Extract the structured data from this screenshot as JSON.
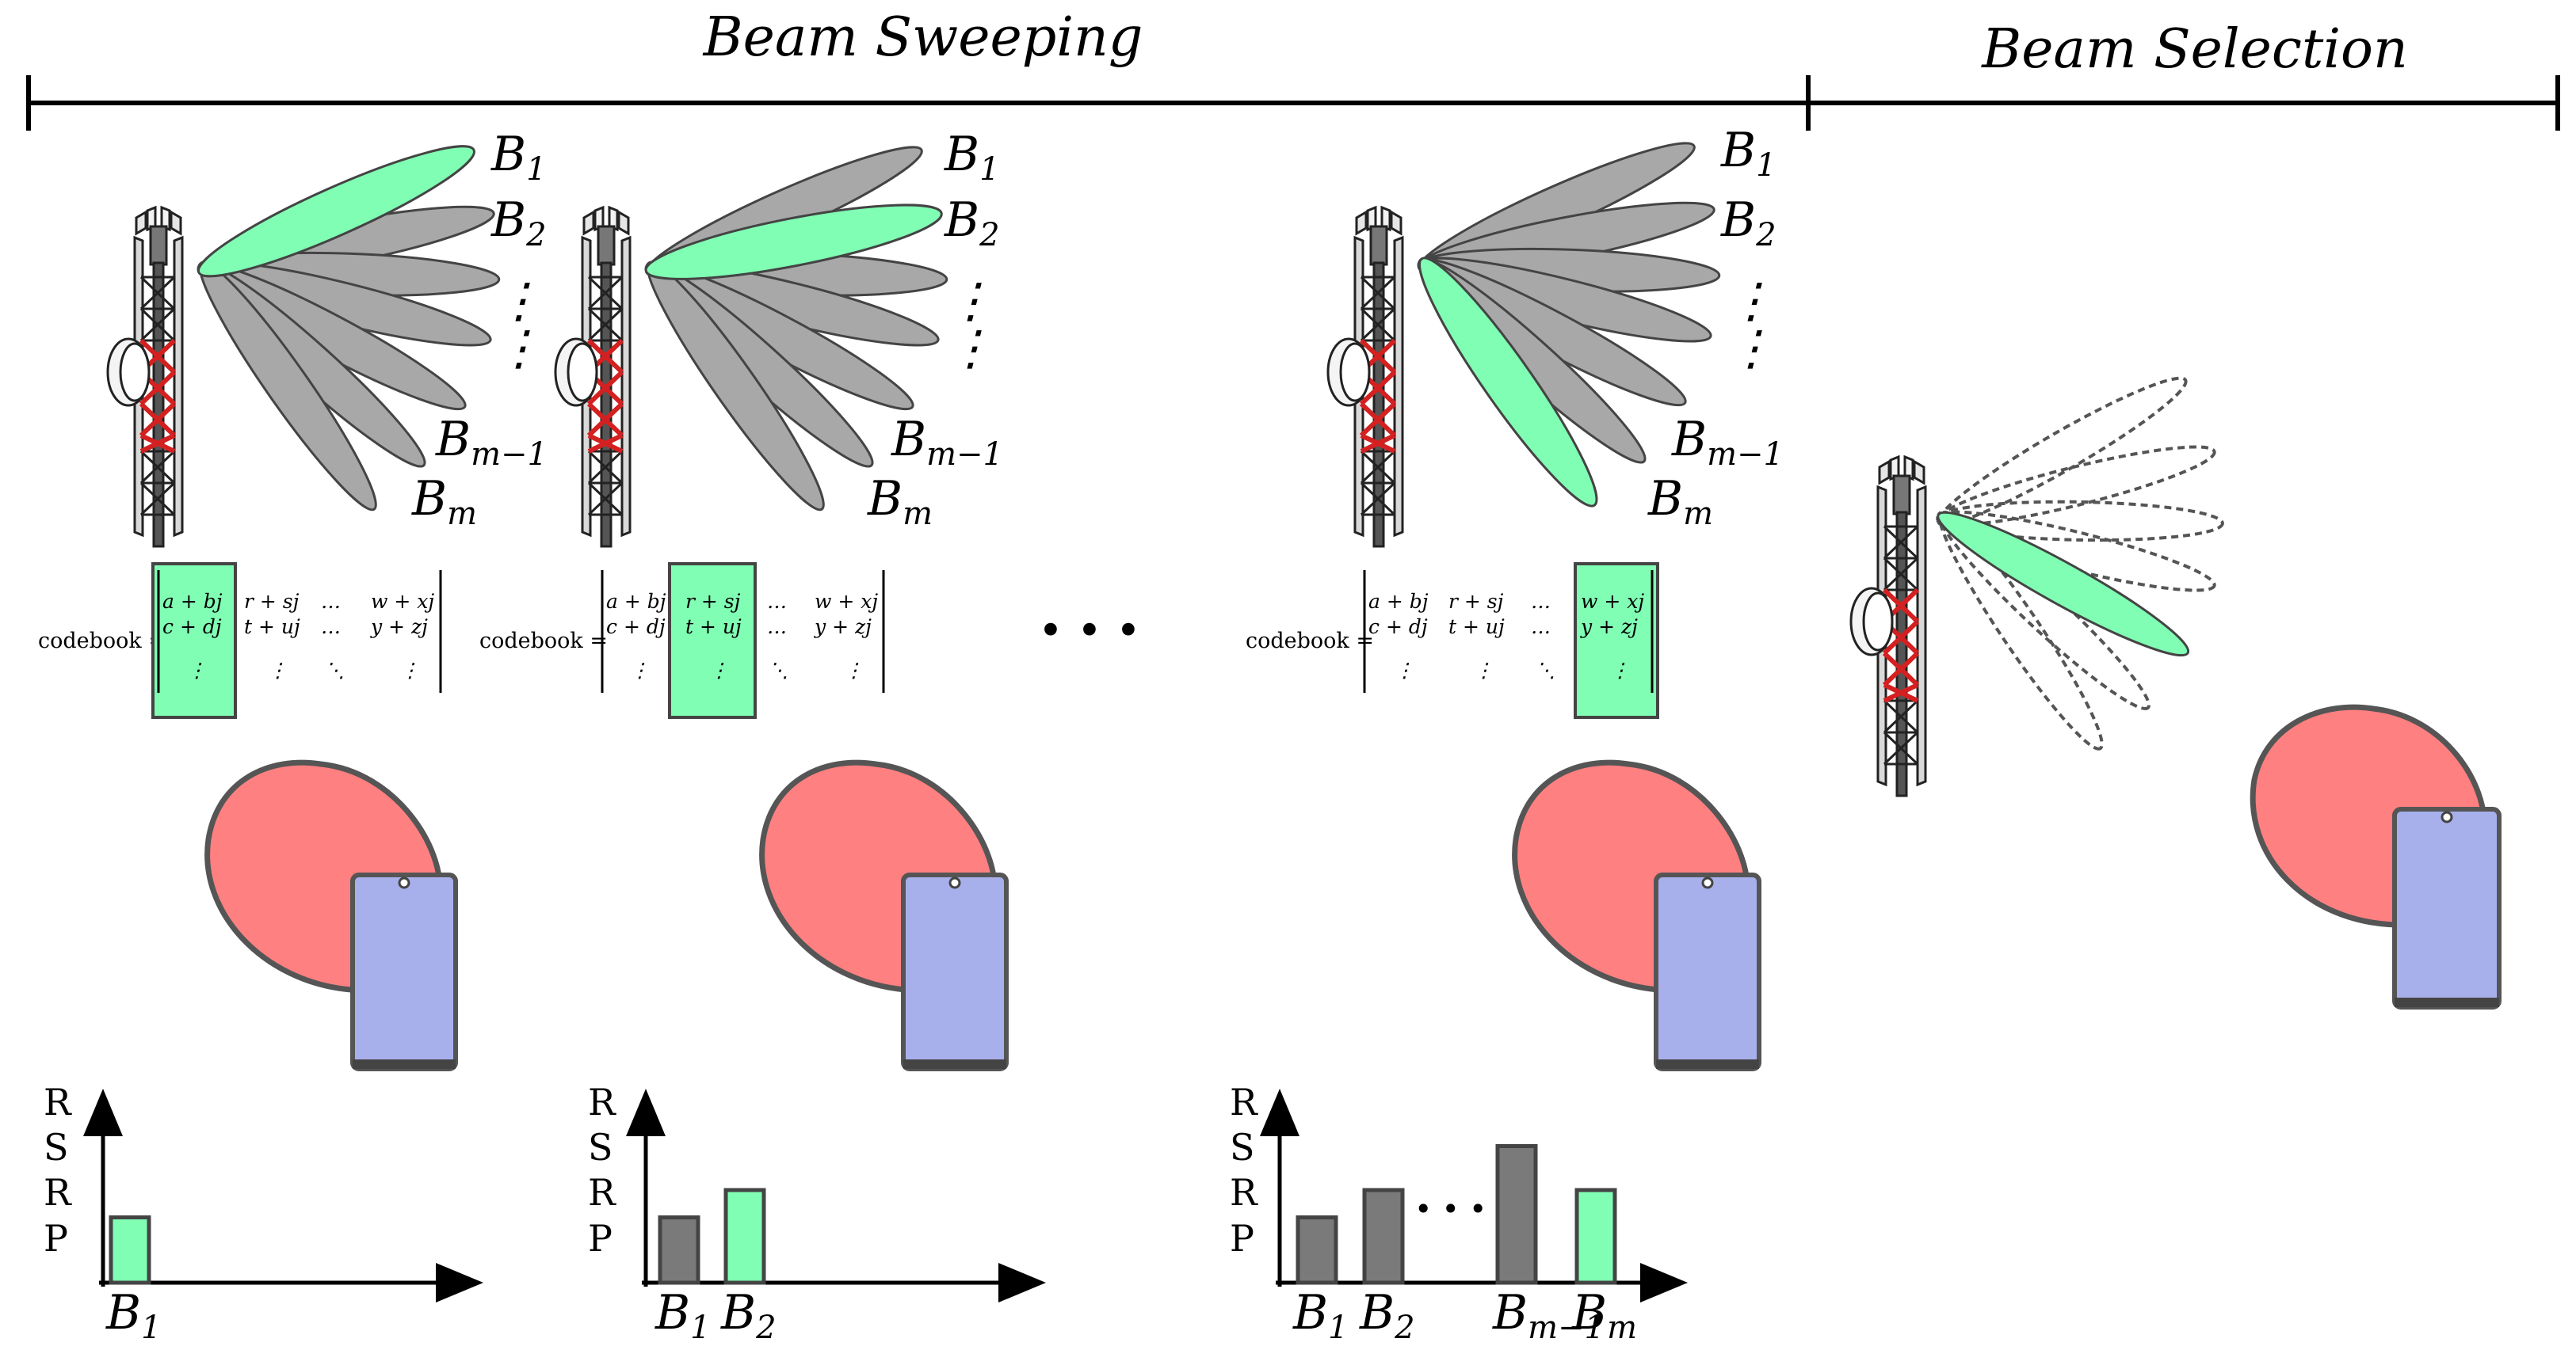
{
  "phases": {
    "sweeping": "Beam Sweeping",
    "selection": "Beam Selection"
  },
  "beam_labels": {
    "b1": "B",
    "b1_sub": "1",
    "b2": "B",
    "b2_sub": "2",
    "bm1": "B",
    "bm1_sub": "m−1",
    "bm": "B",
    "bm_sub": "m",
    "vdots": "⋮",
    "hdots": "• • •"
  },
  "codebook": {
    "label": "codebook =",
    "col1": [
      "a + bj",
      "c + dj",
      "⋮"
    ],
    "col2": [
      "r + sj",
      "t + uj",
      "⋮"
    ],
    "col3": [
      "…",
      "…",
      "⋱"
    ],
    "col4": [
      "w + xj",
      "y + zj",
      "⋮"
    ]
  },
  "rsrp_axis": [
    "R",
    "S",
    "R",
    "P"
  ],
  "rsrp_charts": [
    {
      "bars": [
        {
          "label": "B",
          "sub": "1",
          "value": 0.55,
          "selected": true
        }
      ],
      "ellipsis": false
    },
    {
      "bars": [
        {
          "label": "B",
          "sub": "1",
          "value": 0.55,
          "selected": false
        },
        {
          "label": "B",
          "sub": "2",
          "value": 0.78,
          "selected": true
        }
      ],
      "ellipsis": false
    },
    {
      "bars": [
        {
          "label": "B",
          "sub": "1",
          "value": 0.55,
          "selected": false
        },
        {
          "label": "B",
          "sub": "2",
          "value": 0.78,
          "selected": false
        },
        {
          "label": "B",
          "sub": "m−1",
          "value": 1.15,
          "selected": false
        },
        {
          "label": "B",
          "sub": "m",
          "value": 0.78,
          "selected": true
        }
      ],
      "ellipsis": true
    }
  ],
  "colors": {
    "selected": "#80FFB4",
    "unselected_beam": "#A8A8A8",
    "unselected_bar": "#7A7A7A",
    "ue_pattern": "#FF8080",
    "phone": "#A8B0EC",
    "tower_red": "#D42020"
  }
}
